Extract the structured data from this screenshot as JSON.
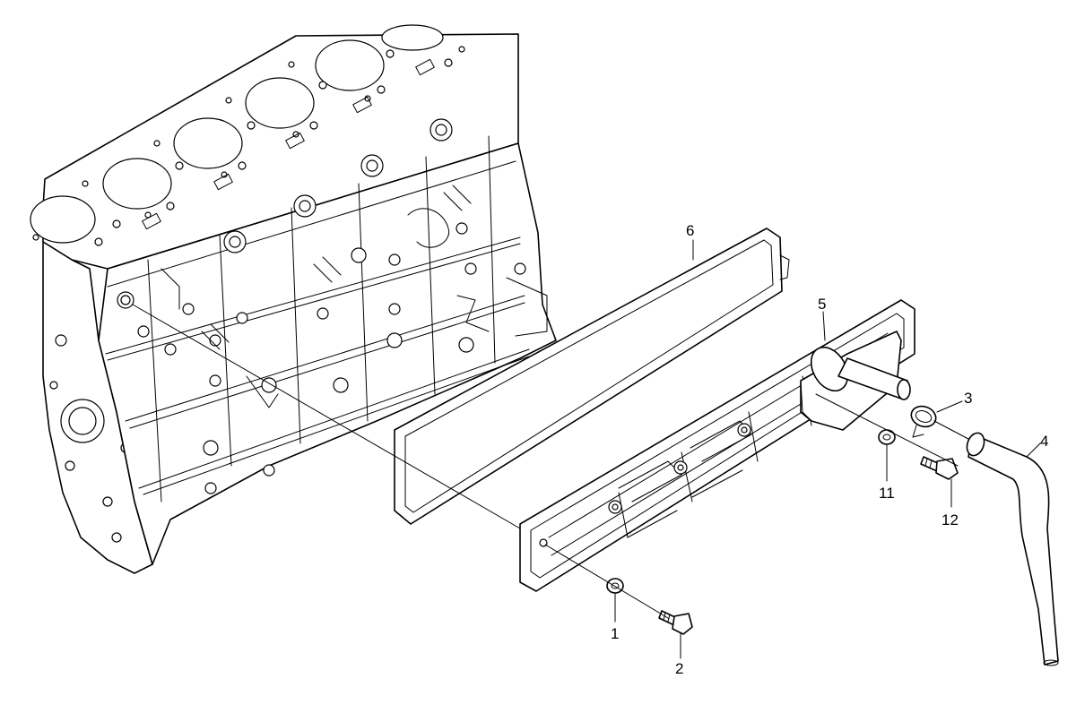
{
  "diagram": {
    "callouts": [
      {
        "id": "callout-1",
        "label": "1"
      },
      {
        "id": "callout-2",
        "label": "2"
      },
      {
        "id": "callout-3",
        "label": "3"
      },
      {
        "id": "callout-4",
        "label": "4"
      },
      {
        "id": "callout-5",
        "label": "5"
      },
      {
        "id": "callout-6",
        "label": "6"
      },
      {
        "id": "callout-11",
        "label": "11"
      },
      {
        "id": "callout-12",
        "label": "12"
      }
    ]
  }
}
